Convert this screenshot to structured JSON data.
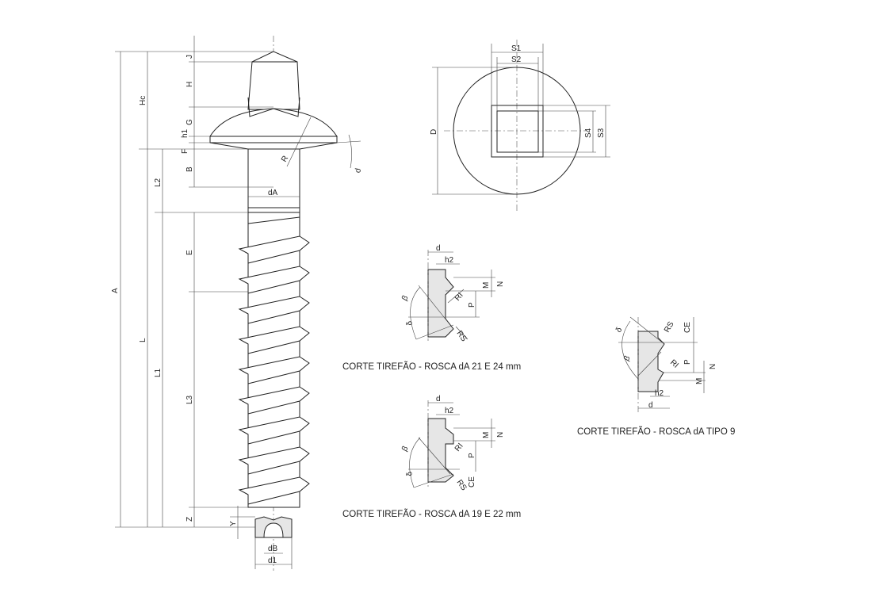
{
  "labels": {
    "A": "A",
    "Hc": "Hc",
    "L": "L",
    "L2": "L2",
    "L1": "L1",
    "L3": "L3",
    "J": "J",
    "H": "H",
    "G": "G",
    "h1": "h1",
    "F": "F",
    "B": "B",
    "E": "E",
    "Z": "Z",
    "Y": "Y",
    "R": "R",
    "rho": "ρ",
    "dA": "dA",
    "dB": "dB",
    "d1": "d1",
    "S1": "S1",
    "S2": "S2",
    "S3": "S3",
    "S4": "S4",
    "D": "D"
  },
  "section1": {
    "d": "d",
    "h2": "h2",
    "M": "M",
    "N": "N",
    "RI": "RI",
    "P": "P",
    "RS": "RS",
    "beta": "β",
    "delta": "δ",
    "caption": "CORTE TIREFÃO - ROSCA dA 21 E 24 mm"
  },
  "section2": {
    "d": "d",
    "h2": "h2",
    "M": "M",
    "N": "N",
    "RI": "RI",
    "P": "P",
    "CE": "CE",
    "RS": "RS",
    "beta": "β",
    "delta": "δ",
    "caption": "CORTE TIREFÃO - ROSCA dA 19 E 22 mm"
  },
  "section3": {
    "d": "d",
    "h2": "h2",
    "M": "M",
    "N": "N",
    "RI": "RI",
    "P": "P",
    "CE": "CE",
    "RS": "RS",
    "beta": "β",
    "delta": "δ",
    "caption": "CORTE TIREFÃO - ROSCA dA TIPO 9"
  }
}
